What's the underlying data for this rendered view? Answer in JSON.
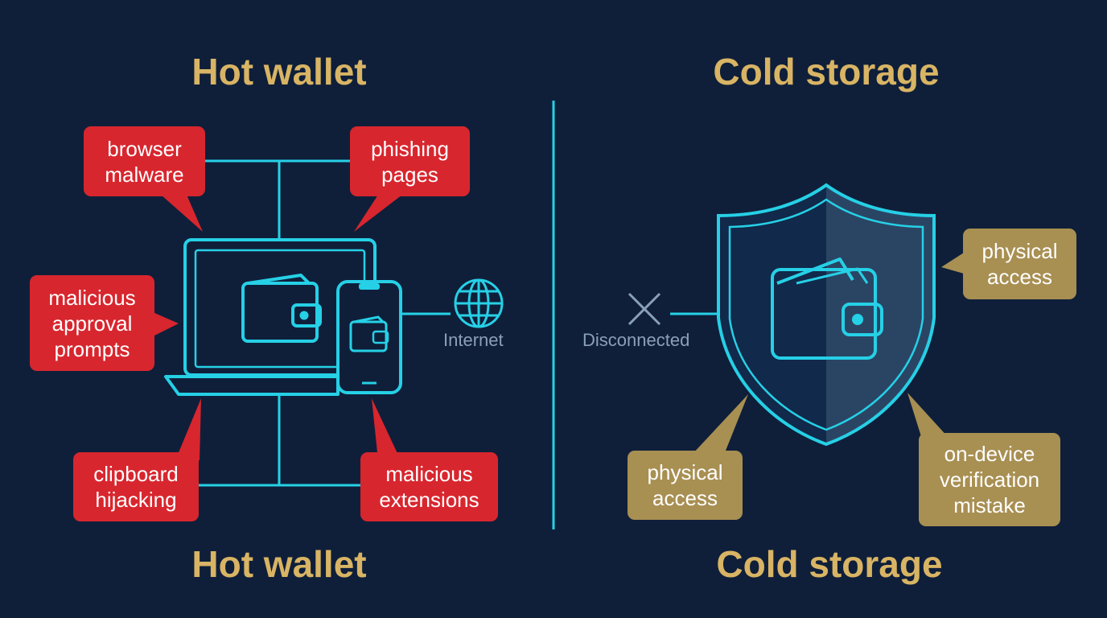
{
  "colors": {
    "background": "#0f1f3a",
    "accent_cyan": "#26d0e6",
    "threat_red": "#d8262e",
    "risk_gold": "#a88f52",
    "title_gold": "#d8b464",
    "muted_label": "#8aa0b8"
  },
  "hot": {
    "title_top": "Hot wallet",
    "title_bottom": "Hot wallet",
    "internet_label": "Internet",
    "threats": {
      "browser_malware": "browser\nmalware",
      "phishing_pages": "phishing\npages",
      "malicious_approval_prompts": "malicious\napproval\nprompts",
      "clipboard_hijacking": "clipboard\nhijacking",
      "malicious_extensions": "malicious\nextensions"
    }
  },
  "cold": {
    "title_top": "Cold storage",
    "title_bottom": "Cold storage",
    "disconnected_label": "Disconnected",
    "risks": {
      "physical_access_right": "physical\naccess",
      "physical_access_left": "physical\naccess",
      "verification_mistake": "on-device\nverification\nmistake"
    }
  },
  "icons": {
    "laptop": "laptop-icon",
    "phone": "phone-icon",
    "globe": "globe-icon",
    "wallet": "wallet-icon",
    "shield": "shield-icon",
    "disconnect": "x-icon"
  }
}
